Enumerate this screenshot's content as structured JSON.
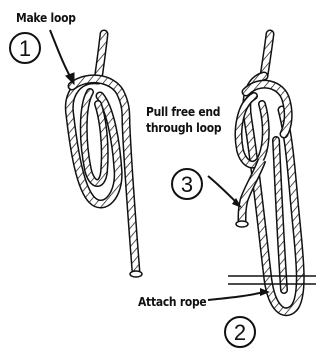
{
  "labels": {
    "make_loop": "Make loop",
    "pull_free_end_line1": "Pull free end",
    "pull_free_end_line2": "through loop",
    "attach_rope": "Attach rope"
  },
  "steps": {
    "step1": "1",
    "step2": "2",
    "step3": "3"
  },
  "colors": {
    "ink": "#111111",
    "paper": "#ffffff"
  }
}
